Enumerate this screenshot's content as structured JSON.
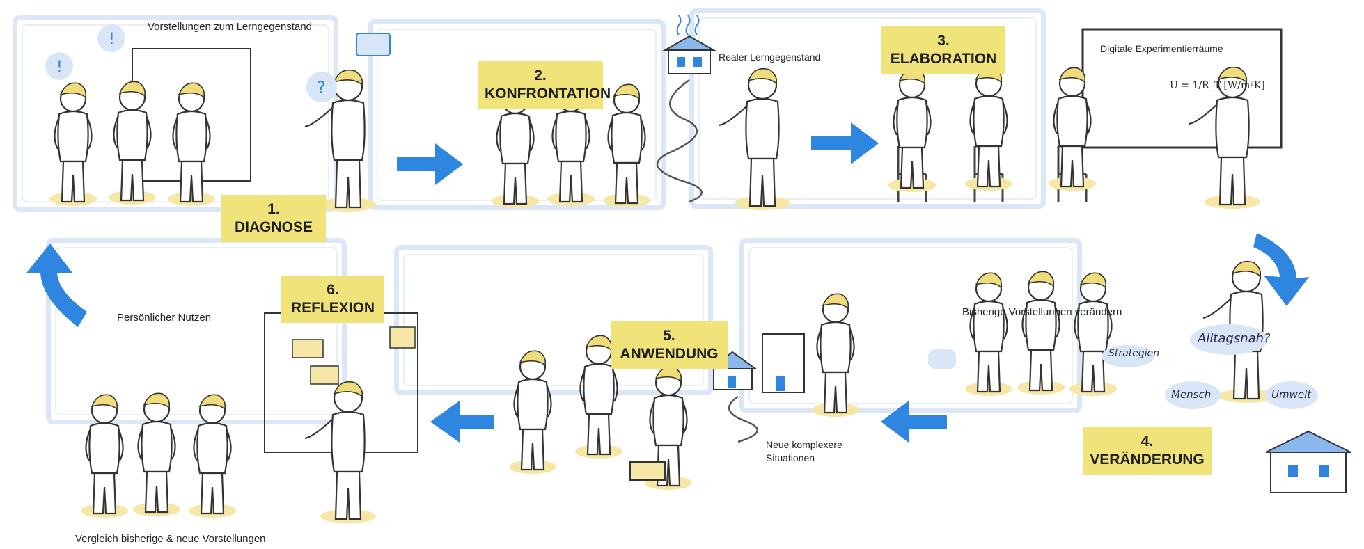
{
  "stages": [
    {
      "number": "1.",
      "name": "DIAGNOSE",
      "caption": "Vorstellungen zum Lerngegenstand"
    },
    {
      "number": "2.",
      "name": "KONFRONTATION",
      "caption": "Realer Lerngegenstand"
    },
    {
      "number": "3.",
      "name": "ELABORATION",
      "caption": "Digitale Experimentierräume",
      "formula": "U = 1/R_T [W/m²K]"
    },
    {
      "number": "4.",
      "name": "VERÄNDERUNG",
      "caption": "Bisherige Vorstellungen verändern"
    },
    {
      "number": "5.",
      "name": "ANWENDUNG",
      "caption": "Neue komplexere Situationen"
    },
    {
      "number": "6.",
      "name": "REFLEXION",
      "caption_top": "Persönlicher Nutzen",
      "caption_bottom": "Vergleich bisherige & neue Vorstellungen"
    }
  ],
  "bubbles": {
    "strategies": "Strategien",
    "everyday": "Alltagsnah?",
    "human": "Mensch",
    "environment": "Umwelt"
  },
  "colors": {
    "label_bg": "#f0e37a",
    "arrow": "#2f86e0",
    "frame": "#dbe7f6",
    "accent_yellow": "#f6e7a6"
  }
}
